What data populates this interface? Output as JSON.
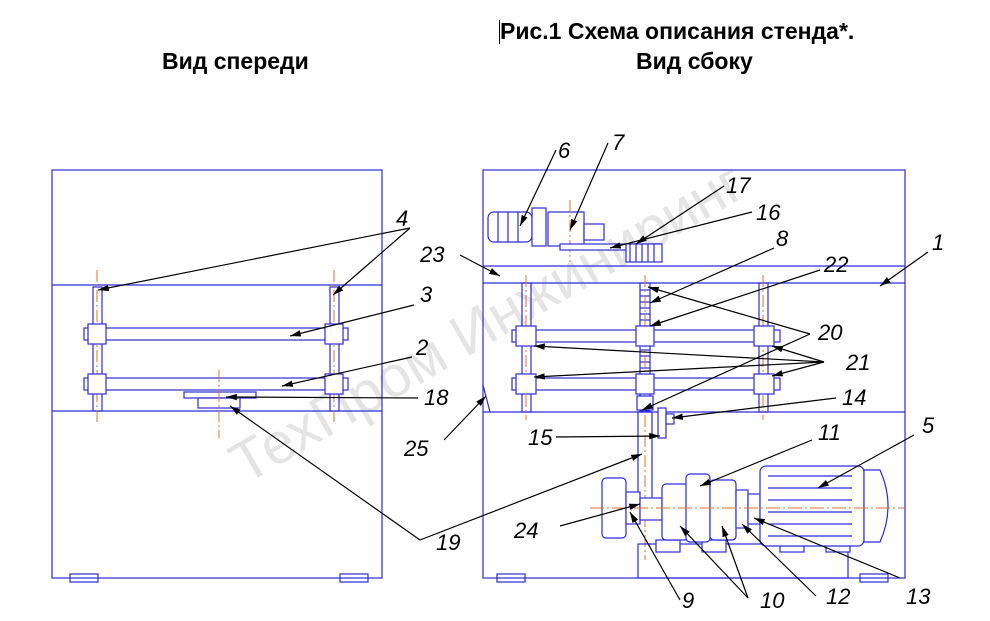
{
  "title": "Рис.1 Схема описания стенда*.",
  "view_front": "Вид спереди",
  "view_side": "Вид сбоку",
  "watermark": "ТехПром Инжиниринг",
  "callouts": [
    "1",
    "2",
    "3",
    "4",
    "5",
    "6",
    "7",
    "8",
    "9",
    "10",
    "11",
    "12",
    "13",
    "14",
    "15",
    "16",
    "17",
    "18",
    "19",
    "20",
    "21",
    "22",
    "23",
    "24",
    "25"
  ],
  "colors": {
    "line": "#2b2bd9",
    "axis": "#e0702a",
    "text": "#000000"
  }
}
